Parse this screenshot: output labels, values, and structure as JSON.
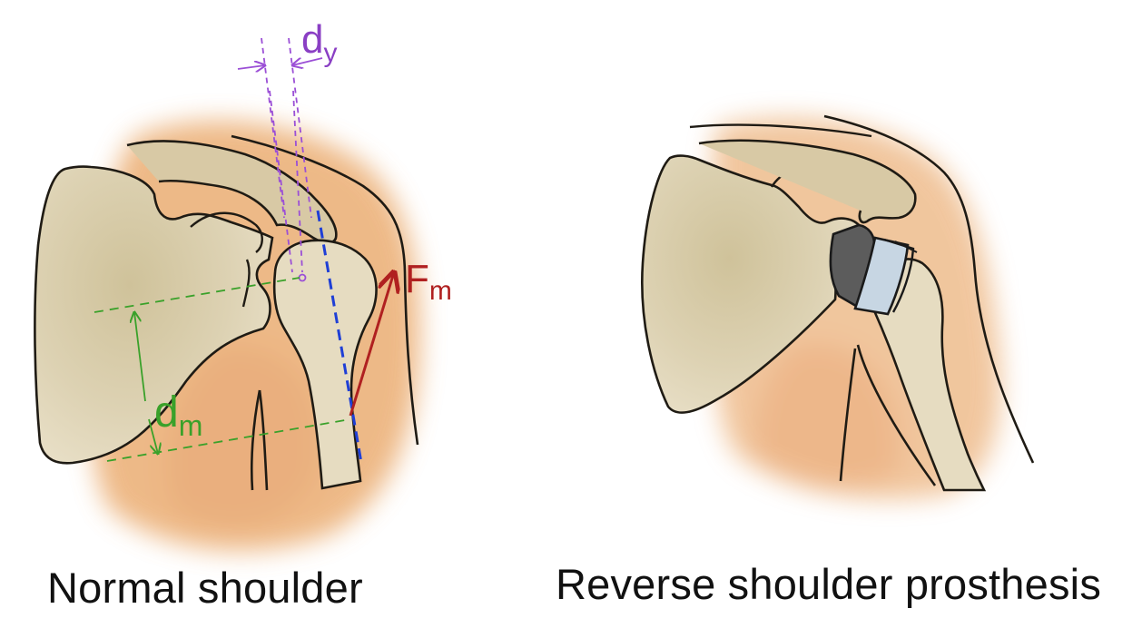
{
  "captions": {
    "left": "Normal shoulder",
    "right": "Reverse shoulder prosthesis"
  },
  "labels": {
    "dy": {
      "main": "d",
      "sub": "y"
    },
    "dm": {
      "main": "d",
      "sub": "m"
    },
    "fm": {
      "main": "F",
      "sub": "m"
    }
  },
  "colors": {
    "tissue": "#e8a25f",
    "bone_fill": "#d9ccaa",
    "bone_stroke": "#1f1b14",
    "dy_color": "#9b4fd6",
    "dm_color": "#3aa12a",
    "fm_color": "#b02020",
    "axis_blue": "#1f3fd6",
    "glenosphere": "#5c5c5c",
    "humeral_cup": "#c7d6e3"
  }
}
